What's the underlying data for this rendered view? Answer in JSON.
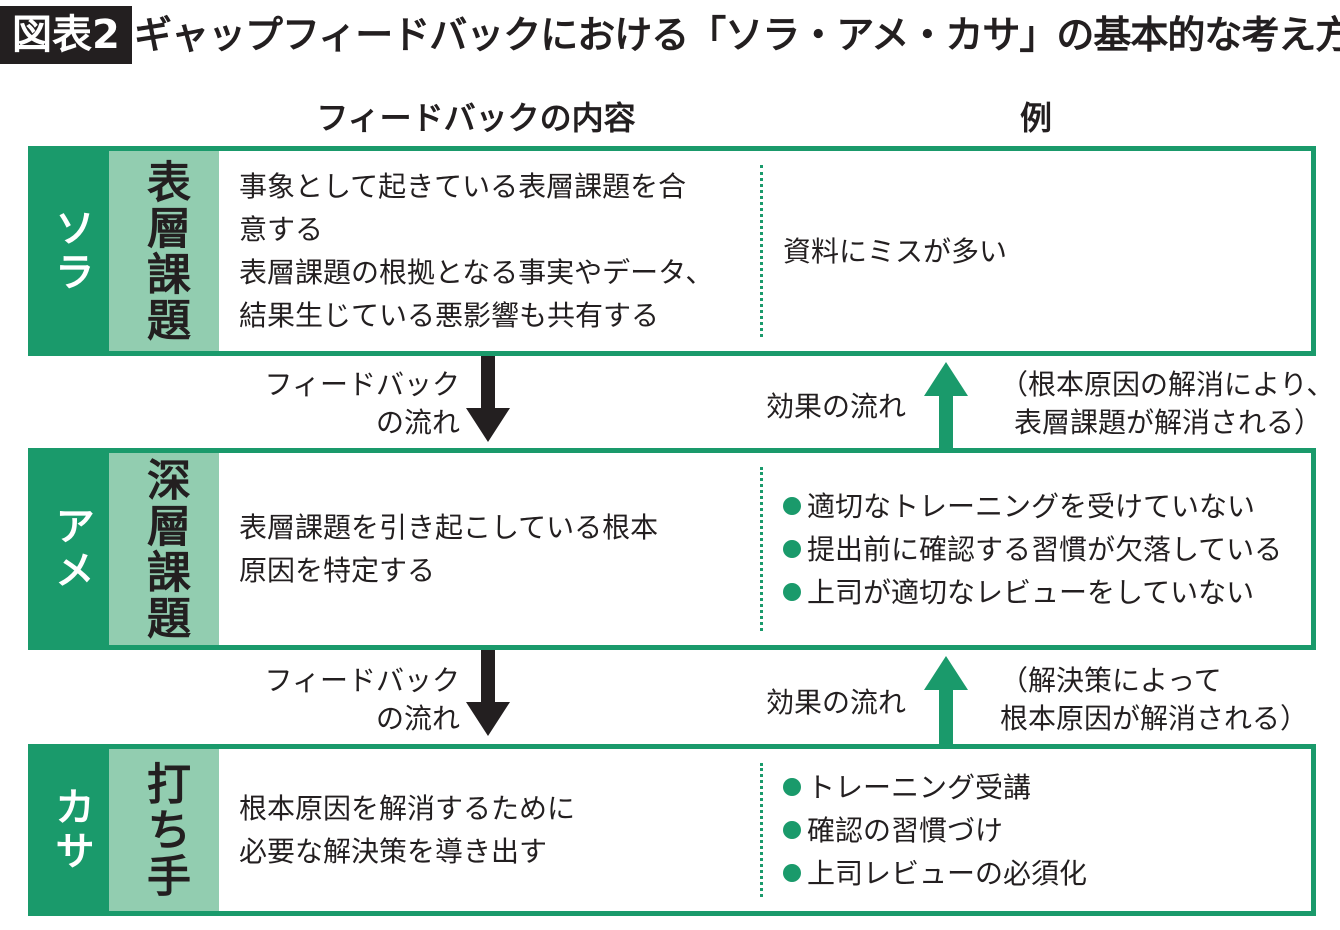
{
  "header": {
    "figure_label": "図表2",
    "title": "ギャップフィードバックにおける「ソラ・アメ・カサ」の基本的な考え方"
  },
  "columns": {
    "content": "フィードバックの内容",
    "example": "例"
  },
  "rows": [
    {
      "outer_label": "ソラ",
      "inner_label": "表層課題",
      "content_lines": [
        "事象として起きている表層課題を合",
        "意する",
        "表層課題の根拠となる事実やデータ、",
        "結果生じている悪影響も共有する"
      ],
      "examples": [
        "資料にミスが多い"
      ],
      "examples_bulleted": false
    },
    {
      "outer_label": "アメ",
      "inner_label": "深層課題",
      "content_lines": [
        "表層課題を引き起こしている根本",
        "原因を特定する"
      ],
      "examples": [
        "適切なトレーニングを受けていない",
        "提出前に確認する習慣が欠落している",
        "上司が適切なレビューをしていない"
      ],
      "examples_bulleted": true
    },
    {
      "outer_label": "カサ",
      "inner_label": "打ち手",
      "content_lines": [
        "根本原因を解消するために",
        "必要な解決策を導き出す"
      ],
      "examples": [
        "トレーニング受講",
        "確認の習慣づけ",
        "上司レビューの必須化"
      ],
      "examples_bulleted": true
    }
  ],
  "transitions": [
    {
      "feedback_flow": [
        "フィードバック",
        "の流れ"
      ],
      "effect_flow": "効果の流れ",
      "note": [
        "（根本原因の解消により、",
        "表層課題が解消される）"
      ]
    },
    {
      "feedback_flow": [
        "フィードバック",
        "の流れ"
      ],
      "effect_flow": "効果の流れ",
      "note": [
        "（解決策によって",
        "根本原因が解消される）"
      ]
    }
  ],
  "colors": {
    "green": "#1a9a6b",
    "light_green": "#92cdb0",
    "dark": "#231f20"
  }
}
